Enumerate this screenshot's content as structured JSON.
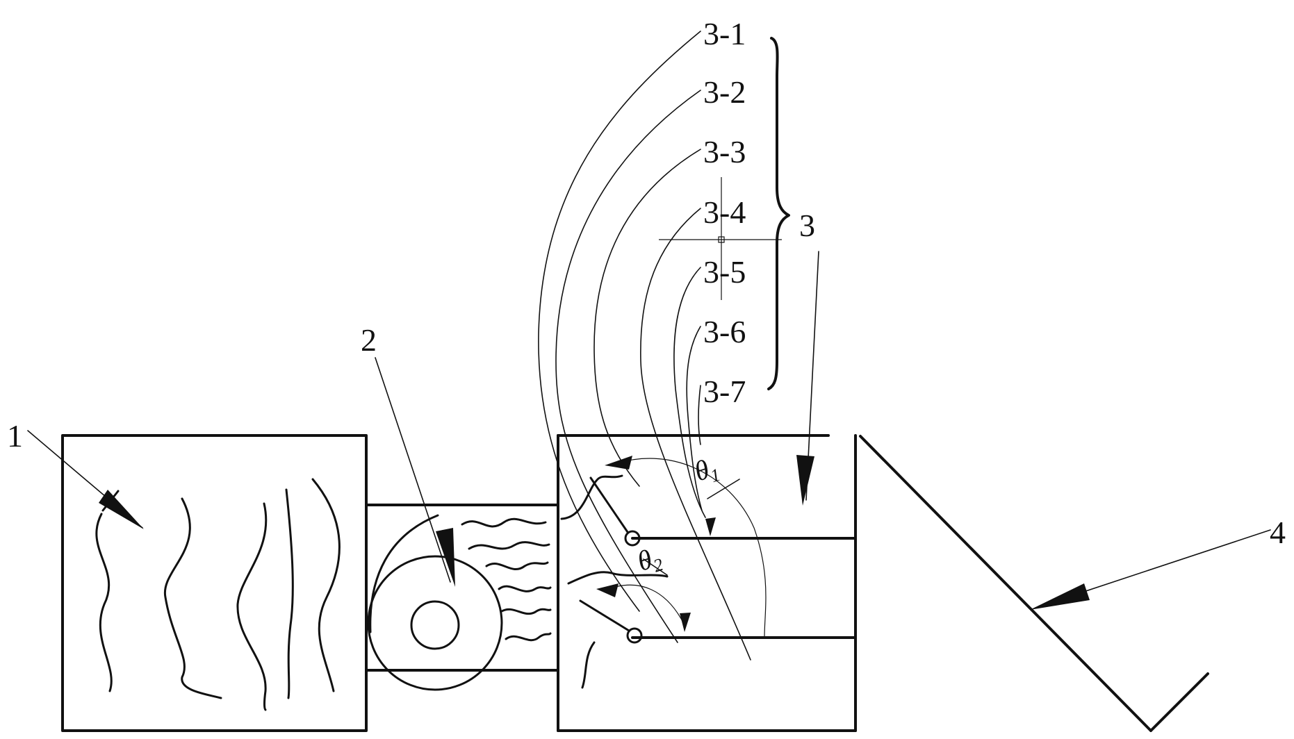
{
  "labels": {
    "l1": "1",
    "l2": "2",
    "l3": "3",
    "l4": "4",
    "p31": "3-1",
    "p32": "3-2",
    "p33": "3-3",
    "p34": "3-4",
    "p35": "3-5",
    "p36": "3-6",
    "p37": "3-7",
    "theta1_main": "θ",
    "theta1_sub": "1",
    "theta2_main": "θ",
    "theta2_sub": "2"
  },
  "colors": {
    "line": "#111111",
    "background": "#ffffff"
  }
}
